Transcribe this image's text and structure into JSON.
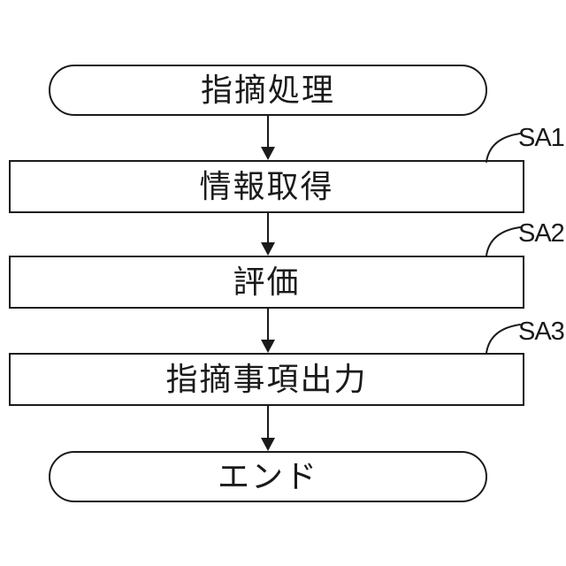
{
  "diagram": {
    "type": "flowchart",
    "start_label": "指摘処理",
    "steps": [
      {
        "label": "情報取得",
        "tag": "SA1"
      },
      {
        "label": "評価",
        "tag": "SA2"
      },
      {
        "label": "指摘事項出力",
        "tag": "SA3"
      }
    ],
    "end_label": "エンド",
    "flow_direction": "top-to-bottom",
    "colors": {
      "line": "#1a1a1a",
      "background": "#ffffff"
    }
  }
}
